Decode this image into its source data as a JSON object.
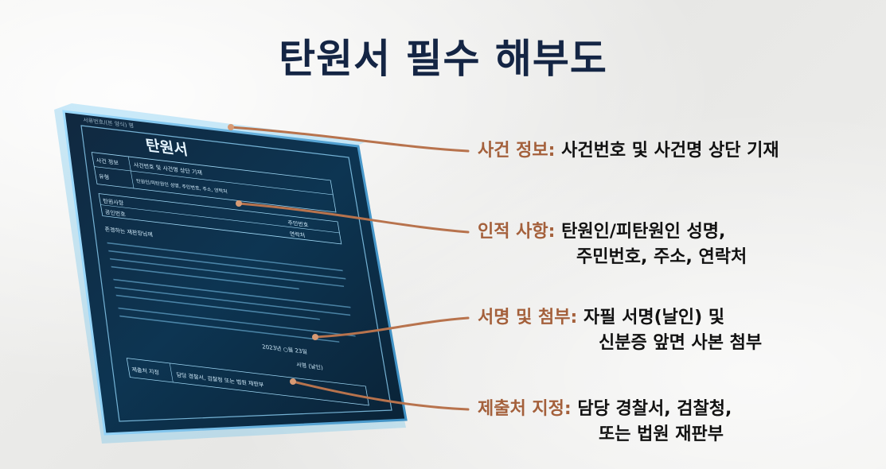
{
  "title": "탄원서 필수 해부도",
  "document": {
    "header_small": "서류번호/(본 양식) 명",
    "heading": "탄원서",
    "rows": [
      {
        "label": "사건 정보",
        "value": "사건번호 및 사건명 상단 기재"
      },
      {
        "label": "유형",
        "value": "탄원인/피탄원인 성명, 주민번호, 주소, 연락처"
      }
    ],
    "personal_left": "탄원사항",
    "personal_right": "주민번호",
    "personal_left2": "공인번호",
    "personal_right2": "연락처",
    "body_title": "존경하는 재판장님께",
    "date": "2023년 ○월 23일",
    "signature": "서명 (날인)",
    "footer_label": "제출처 지정",
    "footer_value": "담당 경찰서, 검찰청 또는 법원 재판부"
  },
  "callouts": [
    {
      "key": "사건 정보:",
      "line1": "사건번호 및 사건명 상단 기재",
      "line2": ""
    },
    {
      "key": "인적 사항:",
      "line1": "탄원인/피탄원인 성명,",
      "line2": "주민번호, 주소, 연락처"
    },
    {
      "key": "서명 및 첨부:",
      "line1": "자필 서명(날인) 및",
      "line2": "신분증 앞면 사본 첨부"
    },
    {
      "key": "제출처 지정:",
      "line1": "담당 경찰서, 검찰청,",
      "line2": "또는 법원 재판부"
    }
  ],
  "colors": {
    "accent": "#a4603b",
    "title": "#142544",
    "glass": "#5fb7e6"
  }
}
